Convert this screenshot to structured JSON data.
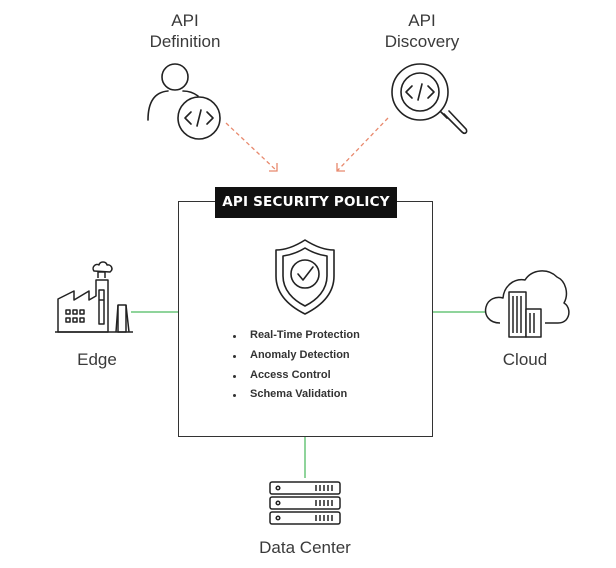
{
  "nodes": {
    "api_definition": [
      "API",
      "Definition"
    ],
    "api_discovery": [
      "API",
      "Discovery"
    ],
    "edge": "Edge",
    "cloud": "Cloud",
    "data_center": "Data Center"
  },
  "policy": {
    "title": "API SECURITY POLICY",
    "features": [
      "Real-Time Protection",
      "Anomaly Detection",
      "Access Control",
      "Schema Validation"
    ]
  },
  "icons": {
    "api_definition": "person-code-icon",
    "api_discovery": "magnifier-code-icon",
    "policy": "shield-check-icon",
    "edge": "factory-icon",
    "cloud": "cloud-building-icon",
    "data_center": "server-rack-icon"
  },
  "colors": {
    "connector_green": "#8fd49b",
    "arrow_orange": "#e8896d",
    "title_bg": "#111111",
    "title_text": "#ffffff",
    "stroke": "#333333"
  }
}
